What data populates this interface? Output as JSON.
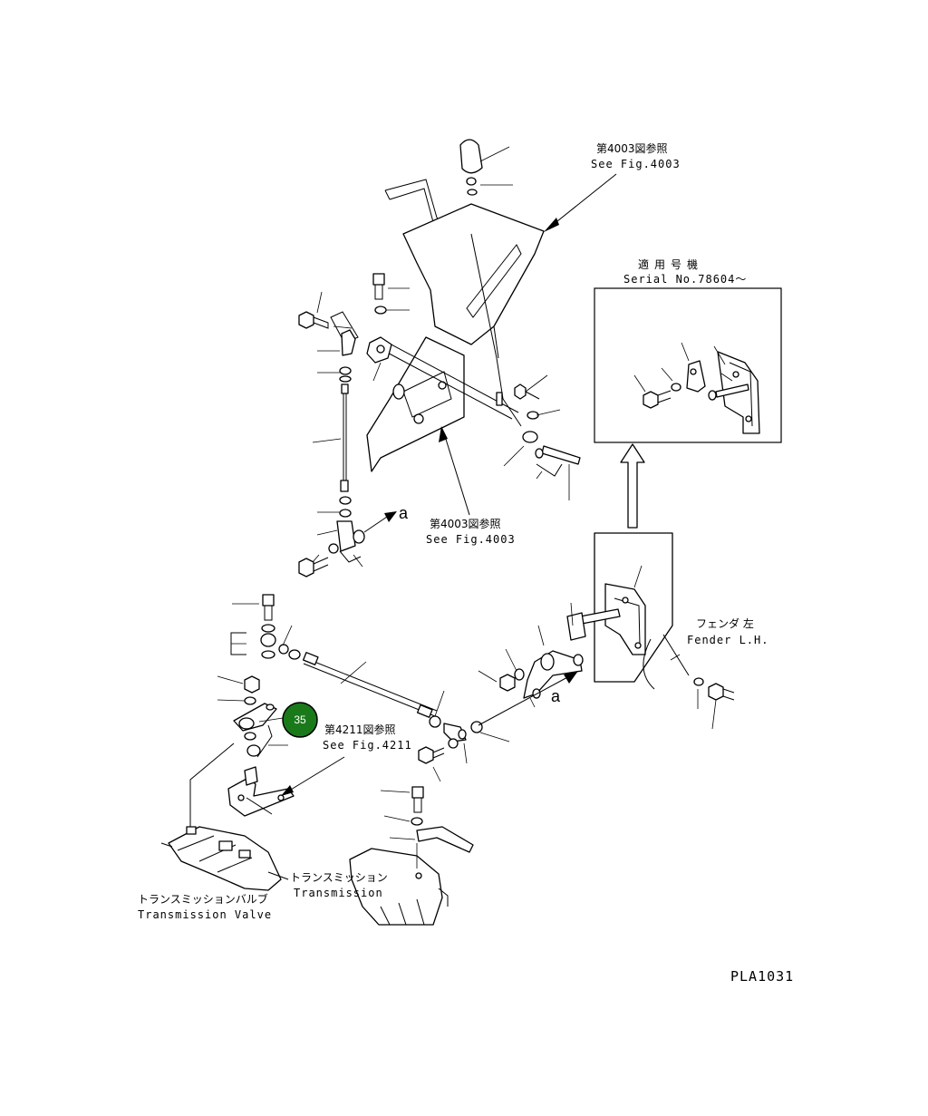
{
  "labels": {
    "ref_top_jp": "第4003図参照",
    "ref_top_en": "See Fig.4003",
    "serial_jp": "適用号機",
    "serial_en": "Serial No.78604～",
    "ref_mid_jp": "第4003図参照",
    "ref_mid_en": "See Fig.4003",
    "fender_jp": "フェンダ 左",
    "fender_en": "Fender L.H.",
    "ref_low_jp": "第4211図参照",
    "ref_low_en": "See Fig.4211",
    "trans_jp": "トランスミッション",
    "trans_en": "Transmission",
    "valve_jp": "トランスミッションバルブ",
    "valve_en": "Transmission Valve",
    "letter_a_upper": "a",
    "letter_a_lower": "a",
    "drawing_code": "PLA1031"
  },
  "callout": {
    "number": "35",
    "color": "#1a7a1a"
  }
}
